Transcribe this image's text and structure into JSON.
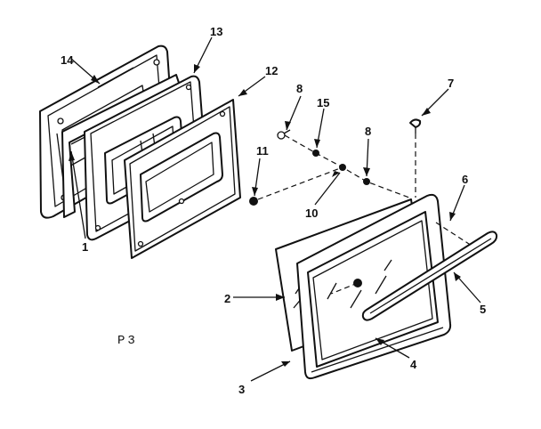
{
  "figure_label": "P3",
  "callouts": {
    "c1": "1",
    "c2": "2",
    "c3": "3",
    "c4": "4",
    "c5": "5",
    "c6": "6",
    "c7": "7",
    "c8a": "8",
    "c8b": "8",
    "c10": "10",
    "c11": "11",
    "c12": "12",
    "c13": "13",
    "c14": "14",
    "c15": "15"
  }
}
